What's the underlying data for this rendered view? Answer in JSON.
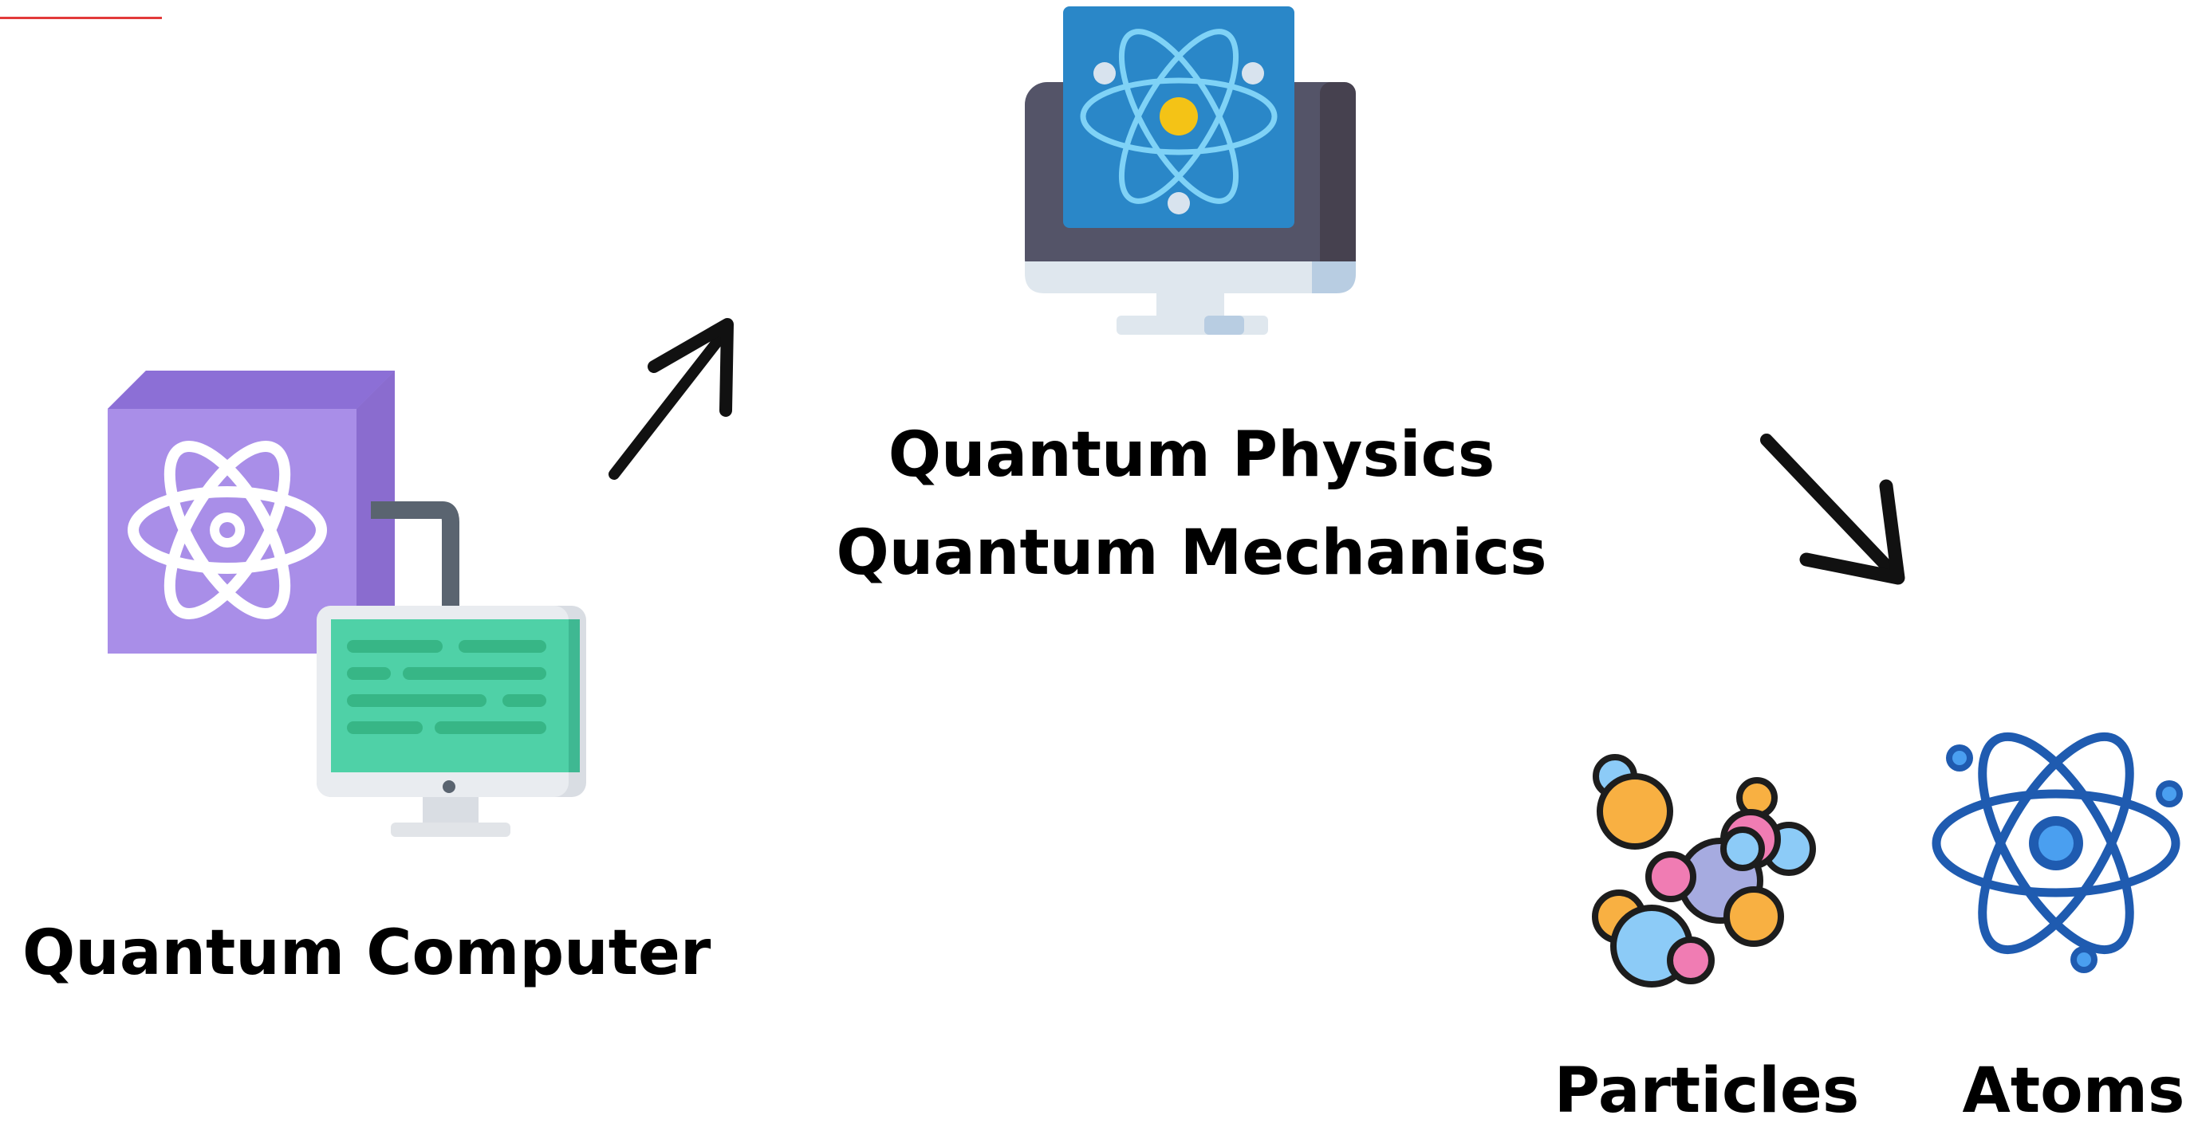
{
  "diagram": {
    "nodes": [
      {
        "id": "computer",
        "label": "Quantum Computer"
      },
      {
        "id": "physics",
        "lines": [
          "Quantum Physics",
          "Quantum Mechanics"
        ]
      },
      {
        "id": "particles",
        "label": "Particles"
      },
      {
        "id": "atoms",
        "label": "Atoms"
      }
    ],
    "edges": [
      {
        "from": "computer",
        "to": "physics"
      },
      {
        "from": "physics",
        "to": "particles"
      }
    ],
    "icons": [
      "quantum-computer-icon",
      "quantum-physics-monitor-icon",
      "particles-icon",
      "atom-icon",
      "arrow-up-right-icon",
      "arrow-down-right-icon"
    ],
    "colors": {
      "accent_line": "#e23a3a",
      "purple_box": "#a98ee8",
      "monitor_green": "#4fd1a7",
      "physics_screen": "#2a87c8",
      "atom_blue": "#1f5bb0",
      "nucleus_yellow": "#f4c316"
    }
  }
}
